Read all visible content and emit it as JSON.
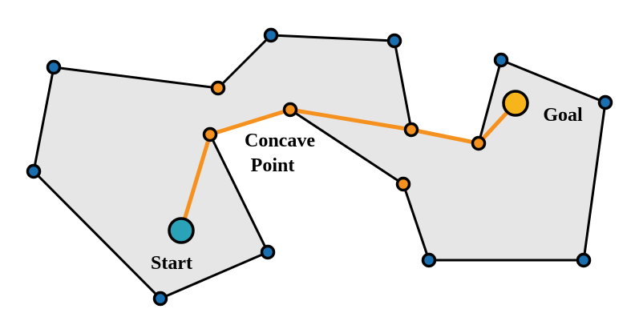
{
  "labels": {
    "concave_line1": "Concave",
    "concave_line2": "Point",
    "start": "Start",
    "goal": "Goal"
  },
  "colors": {
    "region_fill": "#e6e6e6",
    "outline": "#000000",
    "obstacle_vertex": "#1a6fb0",
    "path_vertex": "#f5911e",
    "path_line": "#f5911e",
    "start_marker": "#2aa3b8",
    "goal_marker": "#f7b51b"
  }
}
